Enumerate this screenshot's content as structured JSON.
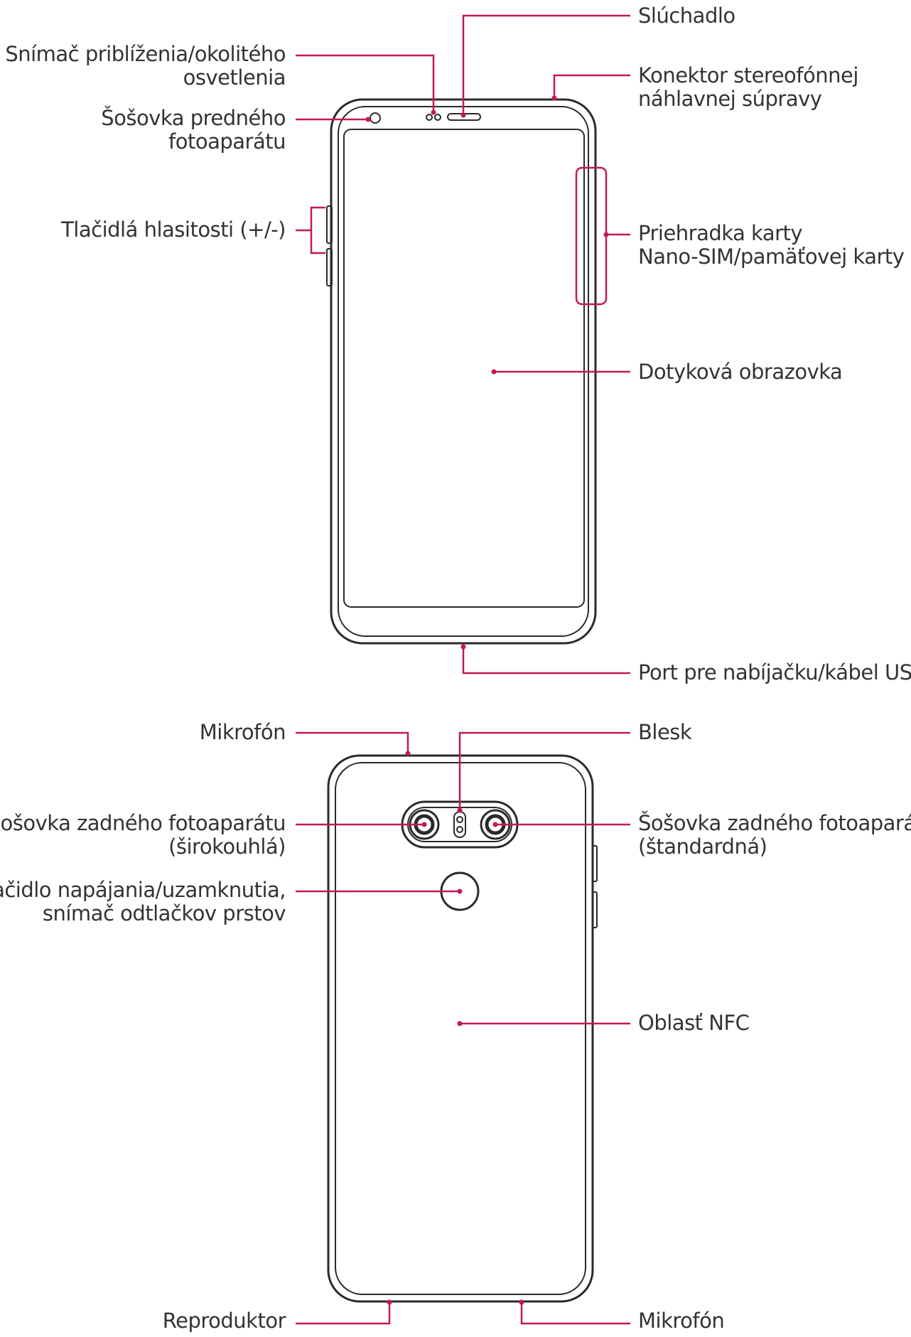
{
  "colors": {
    "leader": "#c2185b",
    "outline": "#2a2a2a",
    "text": "#333333"
  },
  "labels": {
    "earpiece": [
      "Slúchadlo"
    ],
    "proximity": [
      "Snímač priblíženia/okolitého",
      "osvetlenia"
    ],
    "headset_jack": [
      "Konektor stereofónnej",
      "náhlavnej súpravy"
    ],
    "front_camera": [
      "Šošovka predného",
      "fotoaparátu"
    ],
    "volume_keys": [
      "Tlačidlá hlasitosti (+/-)"
    ],
    "card_tray": [
      "Priehradka karty",
      "Nano-SIM/pamäťovej karty"
    ],
    "touch_screen": [
      "Dotyková obrazovka"
    ],
    "usb_port": [
      "Port pre nabíjačku/kábel USB"
    ],
    "mic_top": [
      "Mikrofón"
    ],
    "flash": [
      "Blesk"
    ],
    "rear_camera_wide": [
      "Šošovka zadného fotoaparátu",
      "(širokouhlá)"
    ],
    "rear_camera_standard": [
      "Šošovka zadného fotoaparátu",
      "(štandardná)"
    ],
    "power_key": [
      "Tlačidlo napájania/uzamknutia,",
      "snímač odtlačkov prstov"
    ],
    "nfc": [
      "Oblasť NFC"
    ],
    "speaker": [
      "Reproduktor"
    ],
    "mic_bottom": [
      "Mikrofón"
    ]
  }
}
